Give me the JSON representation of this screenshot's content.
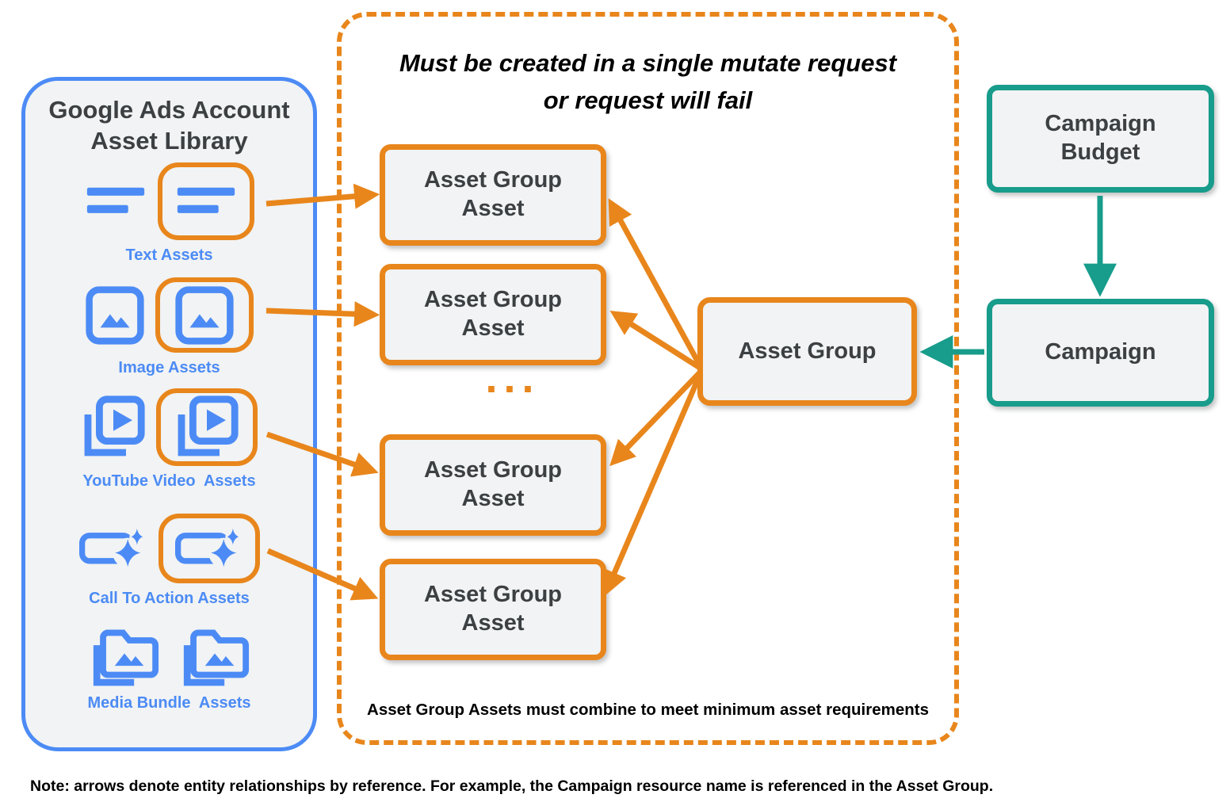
{
  "library": {
    "title": "Google Ads Account Asset Library",
    "rows": [
      {
        "label": "Text Assets"
      },
      {
        "label": "Image Assets"
      },
      {
        "label": "YouTube Video  Assets"
      },
      {
        "label": "Call To Action Assets"
      },
      {
        "label": "Media Bundle  Assets"
      }
    ]
  },
  "mutate_box": {
    "title_line1": "Must be created in a single mutate request",
    "title_line2": "or request will fail",
    "asset_group_asset_label": "Asset Group Asset",
    "ellipsis": "...",
    "caption": "Asset Group Assets must combine to meet minimum asset requirements"
  },
  "nodes": {
    "asset_group": "Asset Group",
    "campaign_budget": "Campaign Budget",
    "campaign": "Campaign"
  },
  "note": "Note: arrows denote entity relationships by reference. For example, the Campaign resource name is referenced in the Asset Group.",
  "colors": {
    "orange": "#E8861C",
    "blue": "#4C8BF5",
    "teal": "#189C8B",
    "box_fill": "#F1F3F4",
    "text_dark": "#3C4043"
  }
}
